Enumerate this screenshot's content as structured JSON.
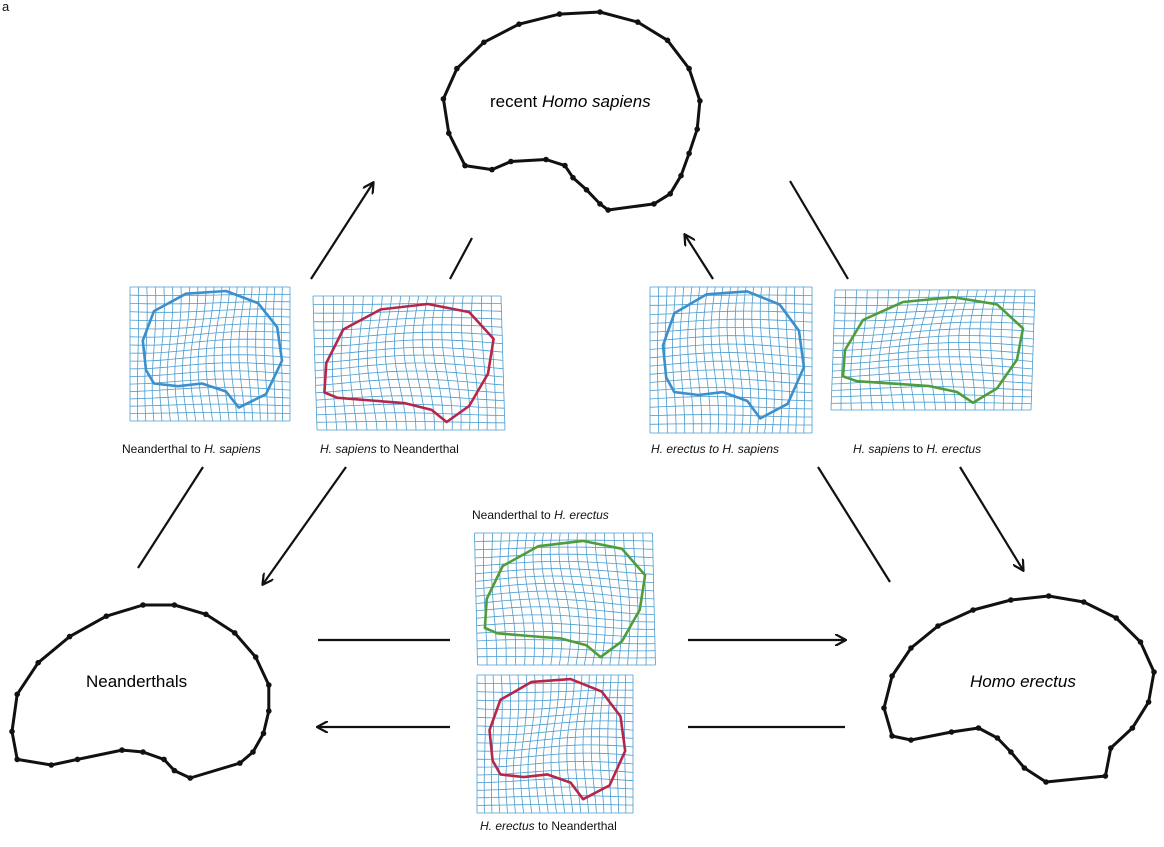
{
  "panel_letter": "a",
  "colors": {
    "sapiens": "#3b8fcc",
    "neanderthal": "#b5274a",
    "erectus": "#4f9d3a",
    "grid": "#4a9ccf",
    "outline": "#111111"
  },
  "nodes": {
    "sapiens": {
      "prefix": "recent ",
      "italic": "Homo sapiens"
    },
    "neanderthal": {
      "text": "Neanderthals"
    },
    "erectus": {
      "italic": "Homo erectus"
    }
  },
  "transforms": {
    "n_to_s": {
      "a": "Neanderthal to ",
      "b": "H. sapiens"
    },
    "s_to_n": {
      "a": "H. sapiens",
      "b": " to Neanderthal"
    },
    "e_to_s": {
      "a": "H. erectus to H. sapiens"
    },
    "s_to_e": {
      "a": "H. sapiens",
      "b": " to ",
      "c": "H. erectus"
    },
    "n_to_e": {
      "a": "Neanderthal to ",
      "b": "H. erectus"
    },
    "e_to_n": {
      "a": "H. erectus",
      "b": " to Neanderthal"
    }
  }
}
